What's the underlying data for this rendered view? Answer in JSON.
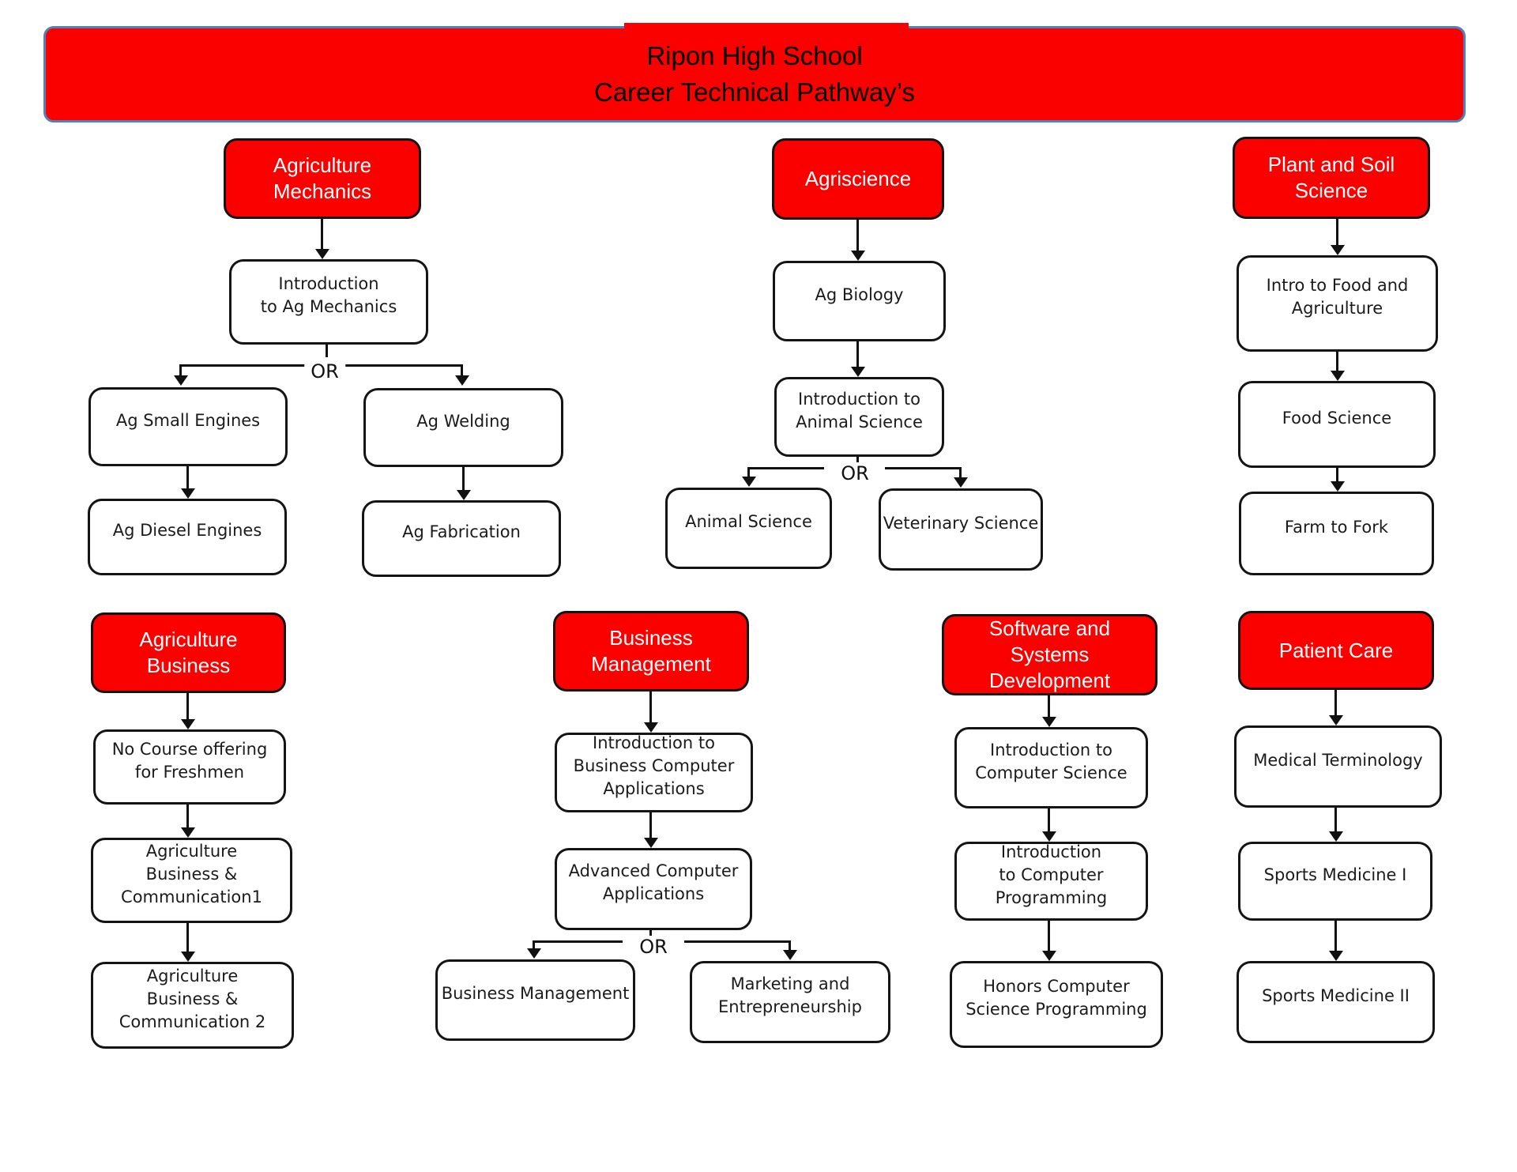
{
  "title": {
    "line1": "Ripon High School",
    "line2": "Career Technical Pathway’s"
  },
  "labels": {
    "or": "OR"
  },
  "colors": {
    "pathway_red": "#fa0100",
    "header_border_blue": "#4f81bd",
    "box_border": "#141414"
  },
  "pathways": {
    "ag_mechanics": {
      "title": "Agriculture\nMechanics",
      "intro": "Introduction\nto Ag Mechanics",
      "option_a": "Ag Small Engines",
      "option_b": "Ag Welding",
      "advanced_a": "Ag Diesel Engines",
      "advanced_b": "Ag Fabrication"
    },
    "agriscience": {
      "title": "Agriscience",
      "course1": "Ag Biology",
      "course2": "Introduction to\nAnimal Science",
      "option_a": "Animal Science",
      "option_b": "Veterinary Science"
    },
    "plant_soil": {
      "title": "Plant and Soil\nScience",
      "course1": "Intro to Food and\nAgriculture",
      "course2": "Food Science",
      "course3": "Farm to Fork"
    },
    "ag_business": {
      "title": "Agriculture\nBusiness",
      "course1": "No Course offering\nfor Freshmen",
      "course2": "Agriculture\nBusiness &\nCommunication1",
      "course3": "Agriculture\nBusiness &\nCommunication 2"
    },
    "business_mgmt": {
      "title": "Business\nManagement",
      "course1": "Introduction to\nBusiness Computer\nApplications",
      "course2": "Advanced Computer\nApplications",
      "option_a": "Business Management",
      "option_b": "Marketing and\nEntrepreneurship"
    },
    "software": {
      "title": "Software and\nSystems\nDevelopment",
      "course1": "Introduction to\nComputer Science",
      "course2": "Introduction\nto Computer\nProgramming",
      "course3": "Honors Computer\nScience Programming"
    },
    "patient_care": {
      "title": "Patient Care",
      "course1": "Medical Terminology",
      "course2": "Sports Medicine I",
      "course3": "Sports Medicine II"
    }
  }
}
